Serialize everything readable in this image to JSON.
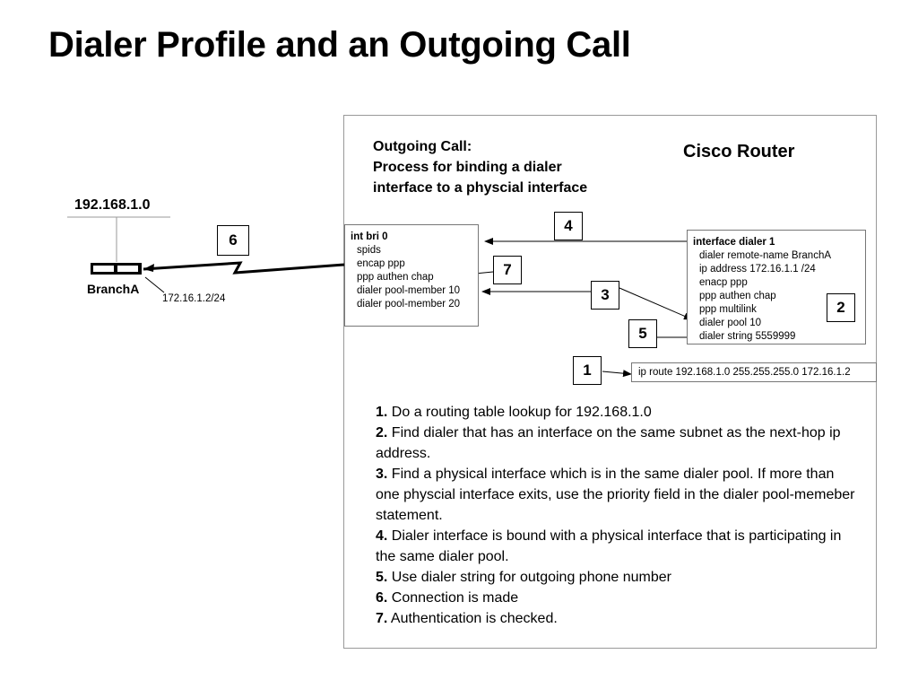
{
  "title": "Dialer Profile and an Outgoing Call",
  "outgoing": {
    "line1": "Outgoing Call:",
    "line2": "Process for binding a dialer",
    "line3": "interface to a physcial interface"
  },
  "router_label": "Cisco Router",
  "network_label": "192.168.1.0",
  "branch_label": "BranchA",
  "branch_ip": "172.16.1.2/24",
  "int_bri": {
    "lines": [
      "int bri 0",
      "  spids",
      "  encap ppp",
      "  ppp authen chap",
      "  dialer pool-member 10",
      "  dialer pool-member 20"
    ]
  },
  "dialer": {
    "lines": [
      "interface dialer 1",
      "  dialer remote-name BranchA",
      "  ip address 172.16.1.1 /24",
      "  enacp ppp",
      "  ppp authen chap",
      "  ppp multilink",
      "  dialer pool 10",
      "  dialer string 5559999"
    ]
  },
  "route_text": "ip route 192.168.1.0 255.255.255.0 172.16.1.2",
  "badges": {
    "b1": "1",
    "b2": "2",
    "b3": "3",
    "b4": "4",
    "b5": "5",
    "b6": "6",
    "b7": "7"
  },
  "steps": [
    {
      "num": "1.",
      "text": " Do a routing table lookup for 192.168.1.0"
    },
    {
      "num": "2.",
      "text": "  Find dialer that has an interface on the same subnet as the next-hop ip address."
    },
    {
      "num": "3.",
      "text": "  Find a physical interface which is in the same dialer pool.  If more than one physcial interface exits, use the priority field in the dialer pool-memeber statement."
    },
    {
      "num": "4.",
      "text": " Dialer interface is bound with a physical interface that is participating in the same dialer pool."
    },
    {
      "num": "5.",
      "text": " Use dialer string for outgoing  phone number"
    },
    {
      "num": "6.",
      "text": " Connection is made"
    },
    {
      "num": "7.",
      "text": " Authentication is checked."
    }
  ]
}
